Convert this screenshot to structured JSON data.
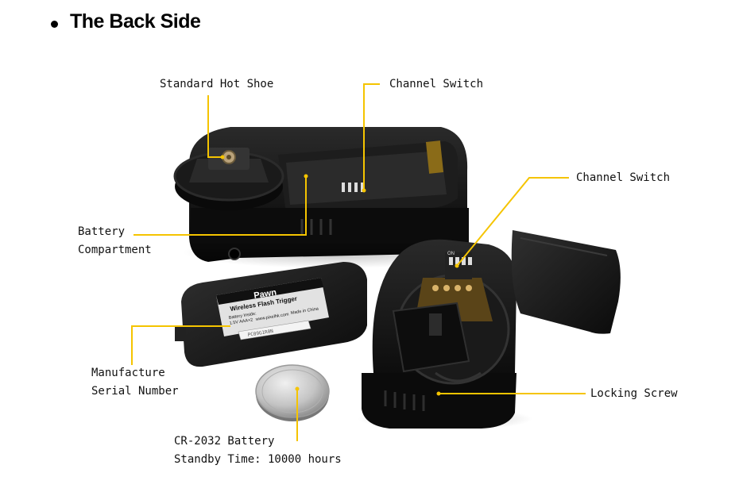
{
  "header": {
    "title": "The Back Side"
  },
  "callouts": {
    "hot_shoe": "Standard Hot Shoe",
    "channel_switch_top": "Channel Switch",
    "channel_switch_right": "Channel Switch",
    "battery_compartment": [
      "Battery",
      "Compartment"
    ],
    "serial_number": [
      "Manufacture",
      "Serial Number"
    ],
    "locking_screw": "Locking Screw",
    "battery": [
      "CR-2032 Battery",
      "Standby Time: 10000 hours"
    ]
  },
  "product_label": {
    "brand": "Pawn",
    "product": "Wireless Flash Trigger",
    "battery_inside": "Battery Inside:",
    "battery_spec": "1.5V AAA×2",
    "website": "www.pixelhk.com",
    "made_in": "Made in China",
    "serial": "PC09G1R0N"
  },
  "switch_label": "ON",
  "colors": {
    "leader_line": "#f5c400",
    "device_body": "#141414",
    "battery_cell": "#c9c9c9"
  }
}
